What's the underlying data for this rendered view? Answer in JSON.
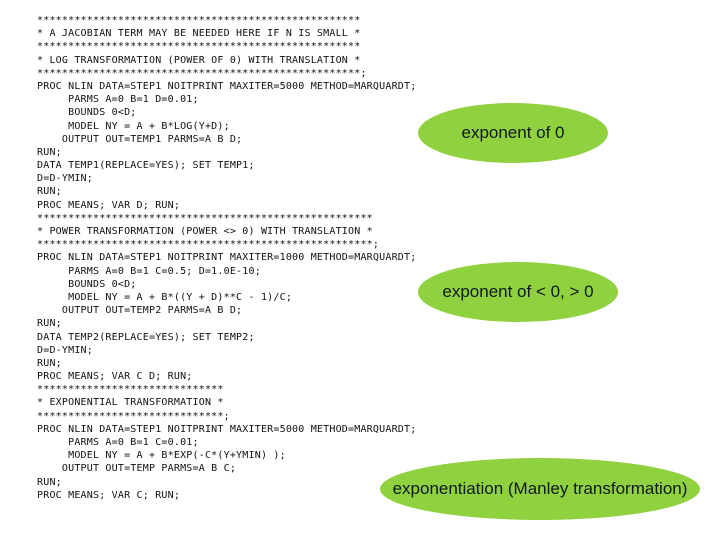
{
  "code_lines": [
    "****************************************************",
    "* A JACOBIAN TERM MAY BE NEEDED HERE IF N IS SMALL *",
    "****************************************************",
    "* LOG TRANSFORMATION (POWER OF 0) WITH TRANSLATION *",
    "****************************************************;",
    "PROC NLIN DATA=STEP1 NOITPRINT MAXITER=5000 METHOD=MARQUARDT;",
    "     PARMS A=0 B=1 D=0.01;",
    "     BOUNDS 0<D;",
    "     MODEL NY = A + B*LOG(Y+D);",
    "    OUTPUT OUT=TEMP1 PARMS=A B D;",
    "RUN;",
    "DATA TEMP1(REPLACE=YES); SET TEMP1;",
    "D=D-YMIN;",
    "RUN;",
    "PROC MEANS; VAR D; RUN;",
    "******************************************************",
    "* POWER TRANSFORMATION (POWER <> 0) WITH TRANSLATION *",
    "******************************************************;",
    "PROC NLIN DATA=STEP1 NOITPRINT MAXITER=1000 METHOD=MARQUARDT;",
    "     PARMS A=0 B=1 C=0.5; D=1.0E-10;",
    "     BOUNDS 0<D;",
    "     MODEL NY = A + B*((Y + D)**C - 1)/C;",
    "    OUTPUT OUT=TEMP2 PARMS=A B D;",
    "RUN;",
    "DATA TEMP2(REPLACE=YES); SET TEMP2;",
    "D=D-YMIN;",
    "RUN;",
    "PROC MEANS; VAR C D; RUN;",
    "******************************",
    "* EXPONENTIAL TRANSFORMATION *",
    "******************************;",
    "PROC NLIN DATA=STEP1 NOITPRINT MAXITER=5000 METHOD=MARQUARDT;",
    "     PARMS A=0 B=1 C=0.01;",
    "     MODEL NY = A + B*EXP(-C*(Y+YMIN) );",
    "    OUTPUT OUT=TEMP PARMS=A B C;",
    "RUN;",
    "PROC MEANS; VAR C; RUN;"
  ],
  "callouts": {
    "log": "exponent of 0",
    "power": "exponent of < 0, > 0",
    "exponential": "exponentiation (Manley transformation)"
  },
  "colors": {
    "callout_fill": "#8fd13e",
    "code_text": "#111111"
  }
}
